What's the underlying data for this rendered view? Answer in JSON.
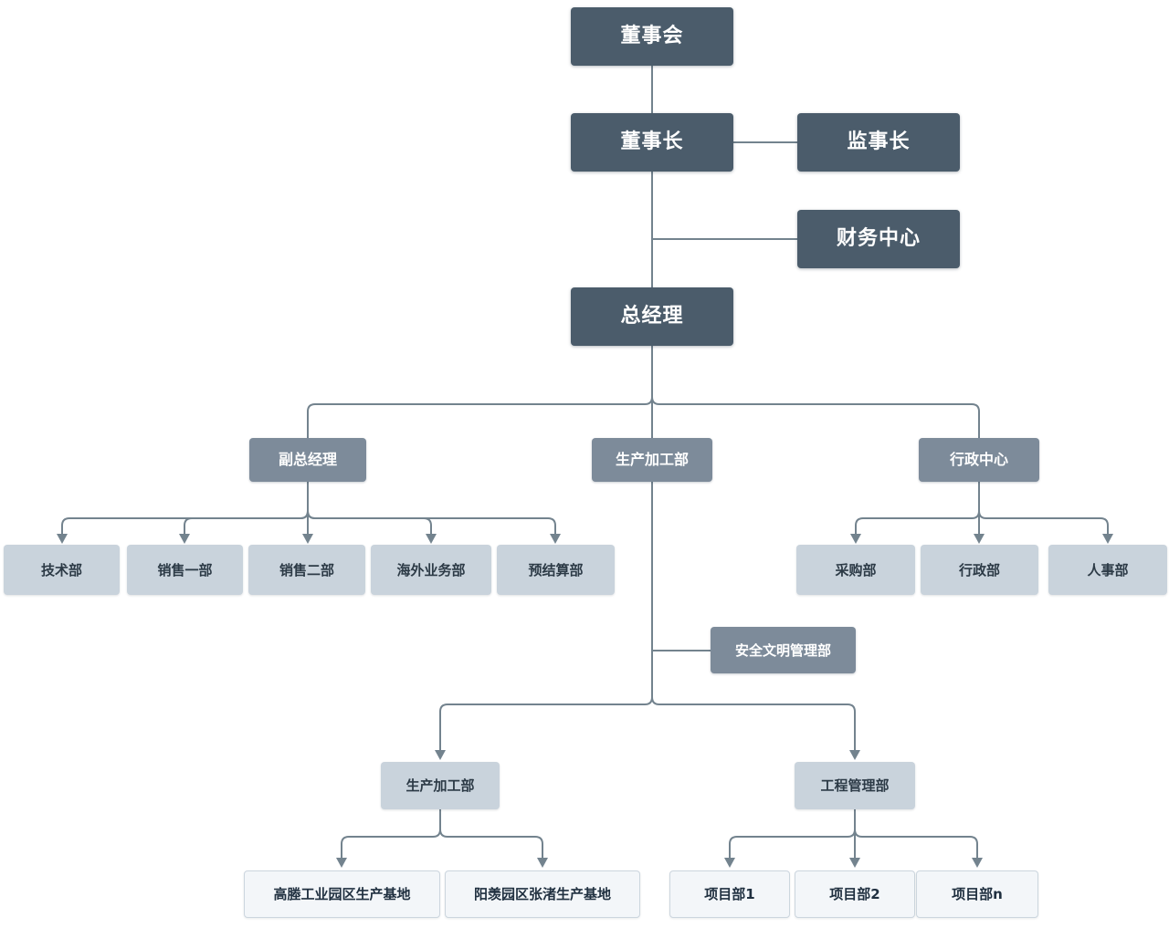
{
  "colors": {
    "background": "#ffffff",
    "node-dark": "#4b5c6b",
    "node-medium": "#7d8b9a",
    "node-light": "#c9d3dc",
    "node-pale": "#f3f6f9",
    "node-pale-border": "#ccd6de",
    "text-light": "#ffffff",
    "text-dark": "#2c3a46",
    "text-darker": "#203040",
    "connector": "#73838e"
  },
  "nodes": {
    "board": {
      "label": "董事会"
    },
    "chairman": {
      "label": "董事长"
    },
    "supervisor": {
      "label": "监事长"
    },
    "finance": {
      "label": "财务中心"
    },
    "gm": {
      "label": "总经理"
    },
    "deputy_gm": {
      "label": "副总经理"
    },
    "production_mid": {
      "label": "生产加工部"
    },
    "admin_center": {
      "label": "行政中心"
    },
    "tech": {
      "label": "技术部"
    },
    "sales1": {
      "label": "销售一部"
    },
    "sales2": {
      "label": "销售二部"
    },
    "overseas": {
      "label": "海外业务部"
    },
    "budget": {
      "label": "预结算部"
    },
    "procurement": {
      "label": "采购部"
    },
    "admin": {
      "label": "行政部"
    },
    "hr": {
      "label": "人事部"
    },
    "safety": {
      "label": "安全文明管理部"
    },
    "production_low": {
      "label": "生产加工部"
    },
    "engineering": {
      "label": "工程管理部"
    },
    "base1": {
      "label": "高塍工业园区生产基地"
    },
    "base2": {
      "label": "阳羡园区张渚生产基地"
    },
    "proj1": {
      "label": "项目部1"
    },
    "proj2": {
      "label": "项目部2"
    },
    "projn": {
      "label": "项目部n"
    }
  }
}
